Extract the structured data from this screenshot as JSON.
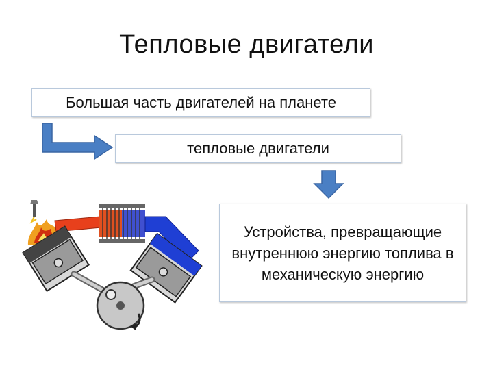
{
  "title": "Тепловые двигатели",
  "boxes": {
    "top": "Большая часть двигателей на планете",
    "middle": "тепловые двигатели",
    "definition": "Устройства, превращающие внутреннюю энергию топлива в механическую энергию"
  },
  "colors": {
    "arrow_fill": "#4a7fc4",
    "arrow_stroke": "#3a66a4",
    "box_border": "#b9c9dc",
    "hot_pipe": "#e8401c",
    "cold_pipe": "#1f3fd4",
    "flame": "#f0a020",
    "engine_body": "#9a9a9a"
  },
  "icons": [
    "bent-arrow-icon",
    "down-arrow-icon",
    "engine-illustration"
  ]
}
